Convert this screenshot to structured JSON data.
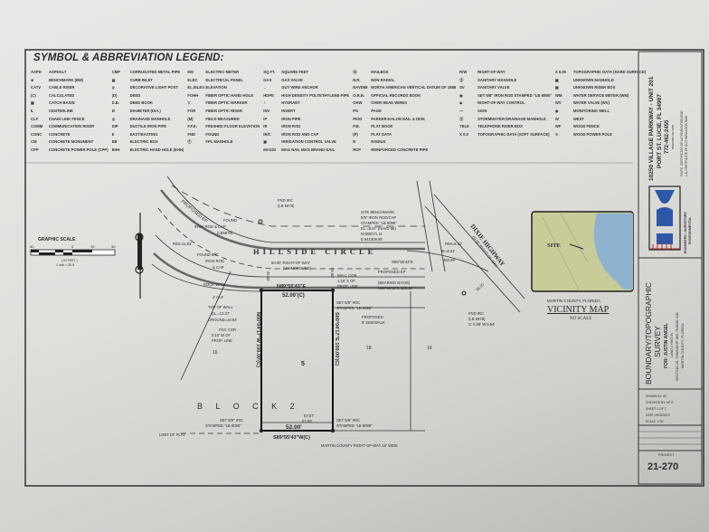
{
  "legend": {
    "title": "SYMBOL & ABBREVIATION LEGEND:",
    "columns": [
      [
        [
          "ASPH",
          "ASPHALT"
        ],
        [
          "⊕",
          "BENCHMARK (BM)"
        ],
        [
          "CATV",
          "CABLE RISER"
        ],
        [
          "(C)",
          "CALCULATED"
        ],
        [
          "▦",
          "CATCH BASIN"
        ],
        [
          "℄",
          "CENTERLINE"
        ],
        [
          "CLF",
          "CHAIN LINK FENCE"
        ],
        [
          "COMM",
          "COMMUNICATION RISER"
        ],
        [
          "CONC",
          "CONCRETE"
        ],
        [
          "CM",
          "CONCRETE MONUMENT"
        ],
        [
          "CPP",
          "CONCRETE POWER POLE (CPP)"
        ]
      ],
      [
        [
          "CMP",
          "CORRUGATED METAL PIPE"
        ],
        [
          "▤",
          "CURB INLET"
        ],
        [
          "φ",
          "DECORATIVE LIGHT POST"
        ],
        [
          "(D)",
          "DEED"
        ],
        [
          "D.B.",
          "DEED BOOK"
        ],
        [
          "Ø",
          "DIAMETER (DIA.)"
        ],
        [
          "◎",
          "DRAINAGE MANHOLE"
        ],
        [
          "DIP",
          "DUCTILE IRON PIPE"
        ],
        [
          "E",
          "EAST/EASTING"
        ],
        [
          "EB",
          "ELECTRIC BOX"
        ],
        [
          "EHH",
          "ELECTRIC HAND HOLE (EHH)"
        ]
      ],
      [
        [
          "EM",
          "ELECTRIC METER"
        ],
        [
          "ELEC",
          "ELECTRICAL PANEL"
        ],
        [
          "EL./ELEV.",
          "ELEVATION"
        ],
        [
          "FOHH",
          "FIBER OPTIC HAND HOLE"
        ],
        [
          "▽",
          "FIBER OPTIC MARKER"
        ],
        [
          "FOR",
          "FIBER OPTIC RISER"
        ],
        [
          "(M)",
          "FIELD MEASURED"
        ],
        [
          "F.F.E.",
          "FINISHED FLOOR ELEVATION"
        ],
        [
          "FND",
          "FOUND"
        ],
        [
          "Ⓕ",
          "FPL MANHOLE"
        ]
      ],
      [
        [
          "SQ FT.",
          "SQUARE FEET"
        ],
        [
          "GAS",
          "GAS VALVE"
        ],
        [
          "←",
          "GUY WIRE ANCHOR"
        ],
        [
          "HDPE",
          "HIGH DENSITY POLYETHYLENE PIPE"
        ],
        [
          "♀",
          "HYDRANT"
        ],
        [
          "INV",
          "INVERT"
        ],
        [
          "IP",
          "IRON PIPE"
        ],
        [
          "IR",
          "IRON ROD"
        ],
        [
          "IR/C",
          "IRON ROD AND CAP"
        ],
        [
          "▣",
          "IRRIGATION CONTROL VALVE"
        ],
        [
          "MAG/D",
          "MAG NAIL MAG BRAND NAIL"
        ]
      ],
      [
        [
          "Ⓜ",
          "MAILBOX"
        ],
        [
          "N.R.",
          "NON RADIAL"
        ],
        [
          "NAVD88",
          "NORTH AMERICAN VERTICAL DATUM OF 1988"
        ],
        [
          "O.R.B.",
          "OFFICIAL RECORDS BOOK"
        ],
        [
          "OHW",
          "OVER HEAD WIRES"
        ],
        [
          "PG",
          "PAGE"
        ],
        [
          "PK/D",
          "PARKER-KALON NAIL & DISK"
        ],
        [
          "P.B.",
          "PLAT BOOK"
        ],
        [
          "(P)",
          "PLAT DATA"
        ],
        [
          "R",
          "RADIUS"
        ],
        [
          "RCP",
          "REINFORCED CONCRETE PIPE"
        ]
      ],
      [
        [
          "R/W",
          "RIGHT-OF-WAY"
        ],
        [
          "Ⓢ",
          "SANITARY MANHOLE"
        ],
        [
          "SV",
          "SANITARY VALVE"
        ],
        [
          "◉",
          "SET 5/8\" IRON ROD STAMPED \"LB 8098\""
        ],
        [
          "◈",
          "RIGHT-OF-WAY CONTROL"
        ],
        [
          "—",
          "SIGN"
        ],
        [
          "Ⓢ",
          "STORMWATER DRAINAGE MANHOLE"
        ],
        [
          "TELE",
          "TELEPHONE RISER BOX"
        ],
        [
          "X 0.0",
          "TOPOGRAPHIC DATA (SOFT SURFACE)"
        ]
      ],
      [
        [
          "X 0.00",
          "TOPOGRAPHIC DATA (HARD SURFACE)"
        ],
        [
          "▦",
          "UNKNOWN MANHOLD"
        ],
        [
          "▣",
          "UNKNOWN RISER BOX"
        ],
        [
          "WM",
          "WATER SERVICE METER (WM)"
        ],
        [
          "WV",
          "WATER VALVE (WV)"
        ],
        [
          "◉",
          "MONITORING WELL"
        ],
        [
          "W",
          "WEST"
        ],
        [
          "WF",
          "WOOD FENCE"
        ],
        [
          "☉",
          "WOOD POWER POLE"
        ]
      ]
    ]
  },
  "scale": {
    "title": "GRAPHIC SCALE",
    "ticks": [
      "30",
      "0",
      "15",
      "30"
    ],
    "unit": "( IN FEET )",
    "ratio": "1 inch = 30 ft."
  },
  "drawing": {
    "street": "HILLSIDE CIRCLE",
    "highway": "DIXIE HIGHWAY",
    "highway_row": "60.00' RIGHT-OF-WAY",
    "proposed_ep": "PROPOSED EP",
    "proposed_ep2": "PROPOSED EP",
    "fnd_irc_top": [
      "FND IRC",
      "(LB 5879)"
    ],
    "found_irc": [
      "FOUND",
      "IRON ROD & CAP",
      "(LB5879)"
    ],
    "rim1": "RIM=11.93'",
    "found_58": [
      "FOUND 5/8\"",
      "IRON ROD",
      "& CAP"
    ],
    "rock_wall": "ROCK WALL",
    "clf": "4' CLF",
    "row_unimproved": [
      "50.00' RIGHT-OF-WAY",
      "(UNIMPROVED)"
    ],
    "benchmark": [
      "SITE BENCHMARK",
      "5/8\" IRON ROD/CAP",
      "STAMPED \"LB 8098\"",
      "EL.=8.67' (NAVD 88)",
      "N:989371.11",
      "E:941508.88"
    ],
    "bearing_top": "N89°55'43\"E",
    "dist_top": "52.00'(C)",
    "wall_cor": [
      "WALL COR",
      "1.18' S OF",
      "PROP. LINE"
    ],
    "bearing_basis": [
      "(BEARING BASIS)",
      "N89°55'43\"E  193.62'"
    ],
    "n89_right": "N89°55'43\"E",
    "rim2": "RIM=8.22'",
    "ie": "IE=8.22'",
    "arc": "263.98'",
    "dim_30": "30.00",
    "dim_25a": "25.00'",
    "dim_25b": "25.00'",
    "fnd_irc_right": [
      "FND IRC",
      "(LB 5879)",
      "S: 0.08'  W:0.54'"
    ],
    "top_wall": [
      "TOP OF WALL",
      "EL.=12.47'",
      "GROUND=10.84'"
    ],
    "fnc_cor": [
      "FNC COR",
      "0.10' W OF",
      "PROP. LINE"
    ],
    "set_ir_ne": [
      "SET 5/8\" IR/C",
      "STAMPED \"LB 8098\""
    ],
    "sidewalk": [
      "PROPOSED",
      "6' SIDEWALK"
    ],
    "west_line": "N00°04'17\"W 100.00'(C)",
    "east_line": "S00°04'17\"E 100.00'(C)",
    "lot": "5",
    "lot_left": "16",
    "lot_right": "18",
    "lot_far": "19",
    "block": "B L O C K  2",
    "east_label": [
      "EAST",
      "52.00'"
    ],
    "dist_bottom": "52.00'",
    "bearing_bottom": "S89°55'43\"W(C)",
    "set_ir_sw": [
      "SET 5/8\" IR/C",
      "STAMPED \"LB 8098\""
    ],
    "set_ir_se": [
      "SET 5/8\" IR/C",
      "STAMPED \"LB 8098\""
    ],
    "limit_plat": "LIMIT OF PLAT",
    "county_row": "MARTIN COUNTY RIGHT-OF-WAY 15' WIDE"
  },
  "vicinity": {
    "site": "SITE",
    "county": "MARTIN COUNTY, FLORIDA",
    "title": "VICINITY MAP",
    "scale": "NO SCALE"
  },
  "title_block": {
    "address": "10250 VILLAGE PARKWAY - UNIT 201",
    "city": "PORT ST. LUCIE, FL 34987",
    "phone": "772-462-2455",
    "web": "www.edc-inc.com",
    "cert1": "F.B.P.E. CERTIFICATE OF AUTHORIZATION 8000",
    "cert2": "L.B. CERTIFICATE OF AUTHORIZATION 8098",
    "firm": "ENGINEERS • SURVEYORS",
    "firm2": "ENVIRONMENTAL",
    "survey_title": "BOUNDARY/TOPOGRAPHIC",
    "survey_title2": "SURVEY",
    "for": "FOR: JUSTIN ANGEL",
    "land": "LAND LYING IN",
    "section": "SECTION 26, TOWNSHIP 38S, RANGE 42E",
    "county": "MARTIN COUNTY, FLORIDA",
    "drawn": "DRAWN BY: AV",
    "checked": "CHECKED BY: MTG",
    "sheet": "SHEET: 2 OF 2",
    "date": "DATE: 09/02/2022",
    "scale": "SCALE: 1\"30'",
    "project_label": "PROJECT",
    "project": "21-270"
  },
  "colors": {
    "logo_blue": "#2f57a8",
    "logo_red": "#b0302f",
    "line": "#2a2a2a"
  }
}
